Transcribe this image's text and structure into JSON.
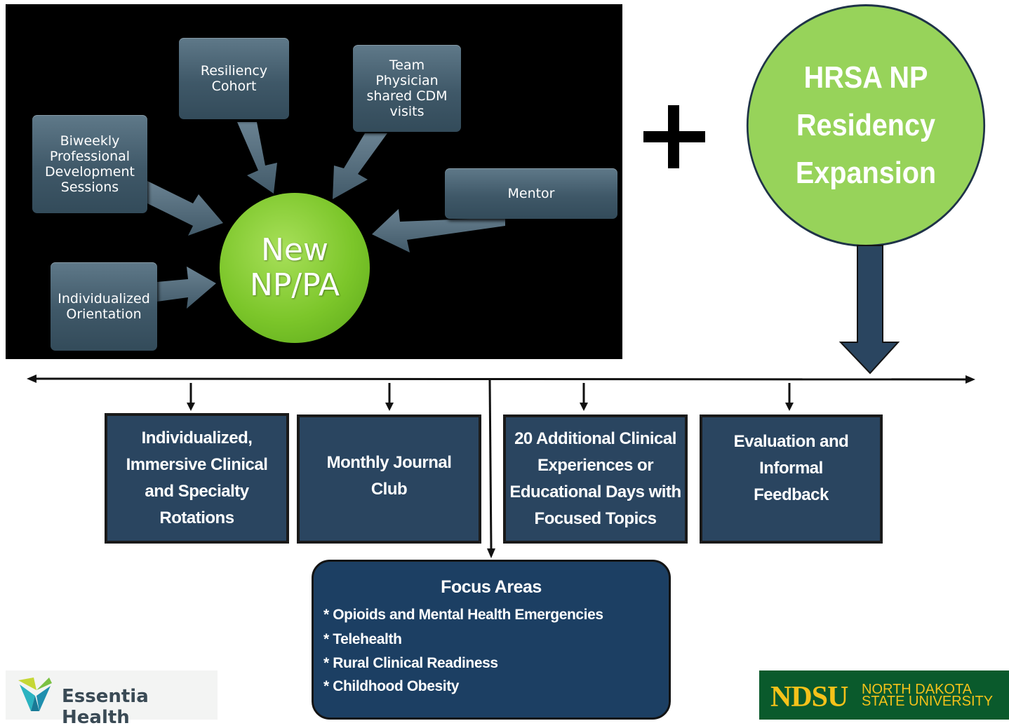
{
  "model": {
    "center": "New\nNP/PA",
    "components": [
      "Biweekly\nProfessional\nDevelopment\nSessions",
      "Resiliency\nCohort",
      "Team\nPhysician\nshared CDM\nvisits",
      "Mentor",
      "Individualized\nOrientation"
    ]
  },
  "plus_symbol": "+",
  "hrsa": {
    "lines": [
      "HRSA NP",
      "Residency",
      "Expansion"
    ]
  },
  "program_boxes": [
    "Individualized,\nImmersive Clinical\nand Specialty\nRotations",
    "Monthly Journal\nClub",
    "20 Additional Clinical\nExperiences or\nEducational Days with\nFocused Topics",
    "Evaluation and\nInformal\nFeedback"
  ],
  "focus_areas": {
    "title": "Focus Areas",
    "items": [
      "* Opioids and Mental Health Emergencies",
      "* Telehealth",
      "* Rural Clinical Readiness",
      "* Childhood Obesity"
    ]
  },
  "logos": {
    "left": "Essentia Health",
    "right_mark": "NDSU",
    "right_line1": "NORTH DAKOTA",
    "right_line2": "STATE UNIVERSITY"
  },
  "colors": {
    "green": "#7cc62a",
    "navy": "#2a4560",
    "ndsu_green": "#0a5a2c",
    "ndsu_gold": "#f5c21a"
  }
}
